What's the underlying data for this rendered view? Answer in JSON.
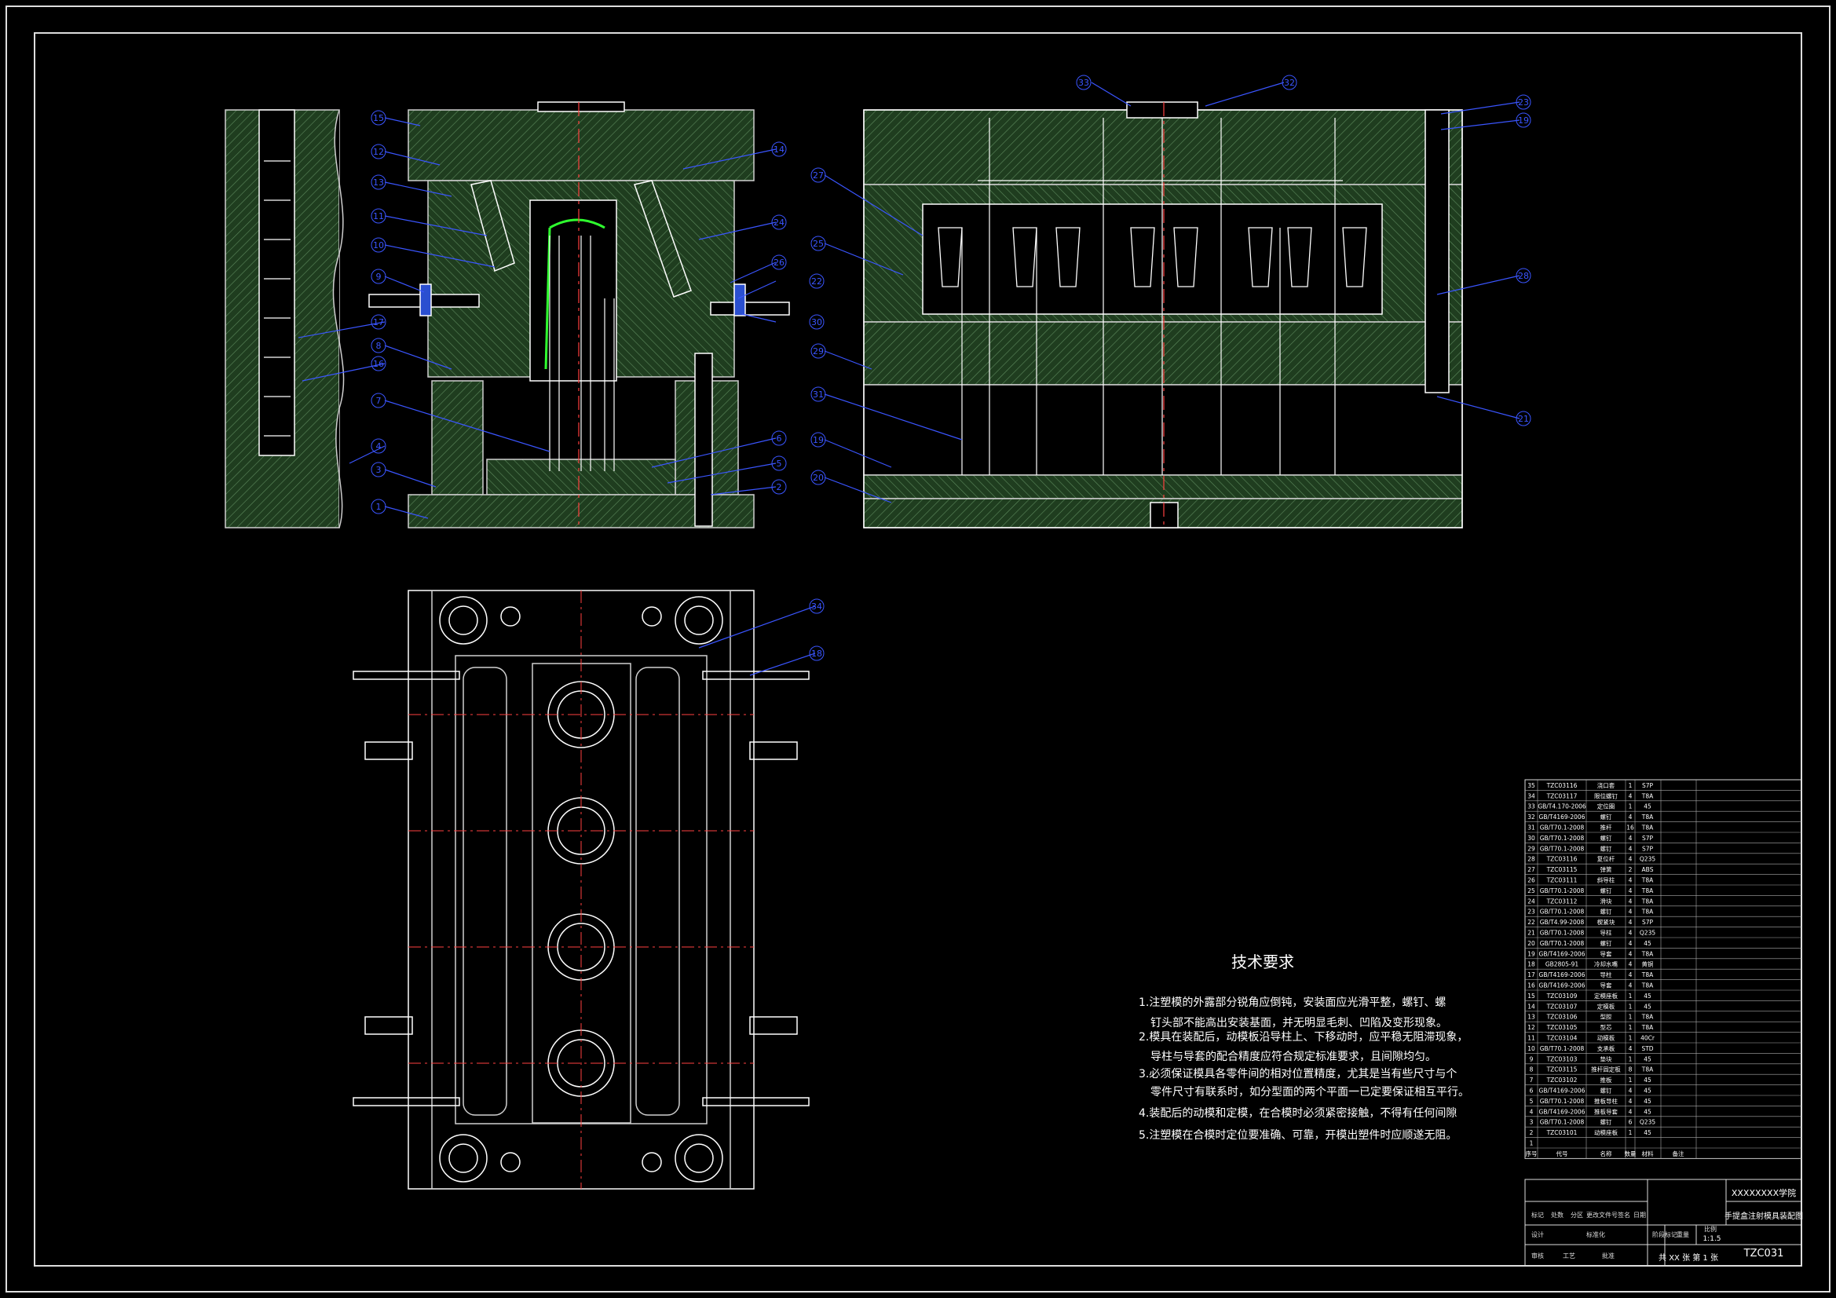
{
  "tech": {
    "title": "技术要求",
    "items": [
      "1.注塑模的外露部分锐角应倒钝，安装面应光滑平整，螺钉、螺",
      "钉头部不能高出安装基面，并无明显毛刺、凹陷及变形现象。",
      "2.模具在装配后，动模板沿导柱上、下移动时，应平稳无阻滞现象，",
      "导柱与导套的配合精度应符合规定标准要求，且间隙均匀。",
      "3.必须保证模具各零件间的相对位置精度，尤其是当有些尺寸与个",
      "零件尺寸有联系时，如分型面的两个平面一已定要保证相互平行。",
      "4.装配后的动模和定模，在合模时必须紧密接触，不得有任何间隙",
      "5.注塑模在合模时定位要准确、可靠，开模出塑件时应顺遂无阻。"
    ]
  },
  "balloons": {
    "left": [
      "15",
      "12",
      "13",
      "11",
      "10",
      "9",
      "17",
      "8",
      "16",
      "7",
      "4",
      "3",
      "1"
    ],
    "center": [
      "14",
      "24",
      "26",
      "22",
      "30",
      "6",
      "5",
      "2"
    ],
    "top": [
      "33",
      "32",
      "23",
      "19"
    ],
    "midleft": [
      "27",
      "25",
      "29",
      "31",
      "19",
      "20"
    ],
    "right": [
      "28",
      "21"
    ],
    "plan": [
      "34",
      "18"
    ]
  },
  "bom": {
    "rows": [
      [
        "35",
        "TZC03116",
        "浇口套",
        "1",
        "S7P",
        ""
      ],
      [
        "34",
        "TZC03117",
        "限位螺钉",
        "4",
        "T8A",
        ""
      ],
      [
        "33",
        "GB/T4.170-2006",
        "定位圈",
        "1",
        "45",
        ""
      ],
      [
        "32",
        "GB/T4169-2006",
        "螺钉",
        "4",
        "T8A",
        ""
      ],
      [
        "31",
        "GB/T70.1-2008",
        "推杆",
        "16",
        "T8A",
        ""
      ],
      [
        "30",
        "GB/T70.1-2008",
        "螺钉",
        "4",
        "S7P",
        ""
      ],
      [
        "29",
        "GB/T70.1-2008",
        "螺钉",
        "4",
        "S7P",
        ""
      ],
      [
        "28",
        "TZC03116",
        "复位杆",
        "4",
        "Q235",
        ""
      ],
      [
        "27",
        "TZC03115",
        "弹簧",
        "2",
        "ABS",
        ""
      ],
      [
        "26",
        "TZC03111",
        "斜导柱",
        "4",
        "T8A",
        ""
      ],
      [
        "25",
        "GB/T70.1-2008",
        "螺钉",
        "4",
        "T8A",
        ""
      ],
      [
        "24",
        "TZC03112",
        "滑块",
        "4",
        "T8A",
        ""
      ],
      [
        "23",
        "GB/T70.1-2008",
        "螺钉",
        "4",
        "T8A",
        ""
      ],
      [
        "22",
        "GB/T4.99-2008",
        "楔紧块",
        "4",
        "S7P",
        ""
      ],
      [
        "21",
        "GB/T70.1-2008",
        "导柱",
        "4",
        "Q235",
        ""
      ],
      [
        "20",
        "GB/T70.1-2008",
        "螺钉",
        "4",
        "45",
        ""
      ],
      [
        "19",
        "GB/T4169-2006",
        "导套",
        "4",
        "T8A",
        ""
      ],
      [
        "18",
        "GB2805-91",
        "冷却水嘴",
        "4",
        "黄铜",
        ""
      ],
      [
        "17",
        "GB/T4169-2006",
        "导柱",
        "4",
        "T8A",
        ""
      ],
      [
        "16",
        "GB/T4169-2006",
        "导套",
        "4",
        "T8A",
        ""
      ],
      [
        "15",
        "TZC03109",
        "定模座板",
        "1",
        "45",
        ""
      ],
      [
        "14",
        "TZC03107",
        "定模板",
        "1",
        "45",
        ""
      ],
      [
        "13",
        "TZC03106",
        "型腔",
        "1",
        "T8A",
        ""
      ],
      [
        "12",
        "TZC03105",
        "型芯",
        "1",
        "T8A",
        ""
      ],
      [
        "11",
        "TZC03104",
        "动模板",
        "1",
        "40Cr",
        ""
      ],
      [
        "10",
        "GB/T70.1-2008",
        "支承板",
        "4",
        "STD",
        ""
      ],
      [
        "9",
        "TZC03103",
        "垫块",
        "1",
        "45",
        ""
      ],
      [
        "8",
        "TZC03115",
        "推杆固定板",
        "8",
        "T8A",
        ""
      ],
      [
        "7",
        "TZC03102",
        "推板",
        "1",
        "45",
        ""
      ],
      [
        "6",
        "GB/T4169-2006",
        "螺钉",
        "4",
        "45",
        ""
      ],
      [
        "5",
        "GB/T70.1-2008",
        "推板导柱",
        "4",
        "45",
        ""
      ],
      [
        "4",
        "GB/T4169-2006",
        "推板导套",
        "4",
        "45",
        ""
      ],
      [
        "3",
        "GB/T70.1-2008",
        "螺钉",
        "6",
        "Q235",
        ""
      ],
      [
        "2",
        "TZC03101",
        "动模座板",
        "1",
        "45",
        ""
      ],
      [
        "1",
        "",
        "",
        "",
        "",
        ""
      ]
    ],
    "header": [
      "序号",
      "代号",
      "名称",
      "数量",
      "材料",
      "备注"
    ],
    "school": "XXXXXXXX学院",
    "part_name": "手提盒注射模具装配图",
    "drawing_no": "TZC031",
    "sheet": "共 XX 张 第 1 张",
    "scale": "1:1.5",
    "title_labels": [
      "标记",
      "处数",
      "分区",
      "更改文件号",
      "签名",
      "日期",
      "设计",
      "标准化",
      "阶段标记",
      "重量",
      "比例",
      "审核",
      "工艺",
      "批准"
    ]
  }
}
